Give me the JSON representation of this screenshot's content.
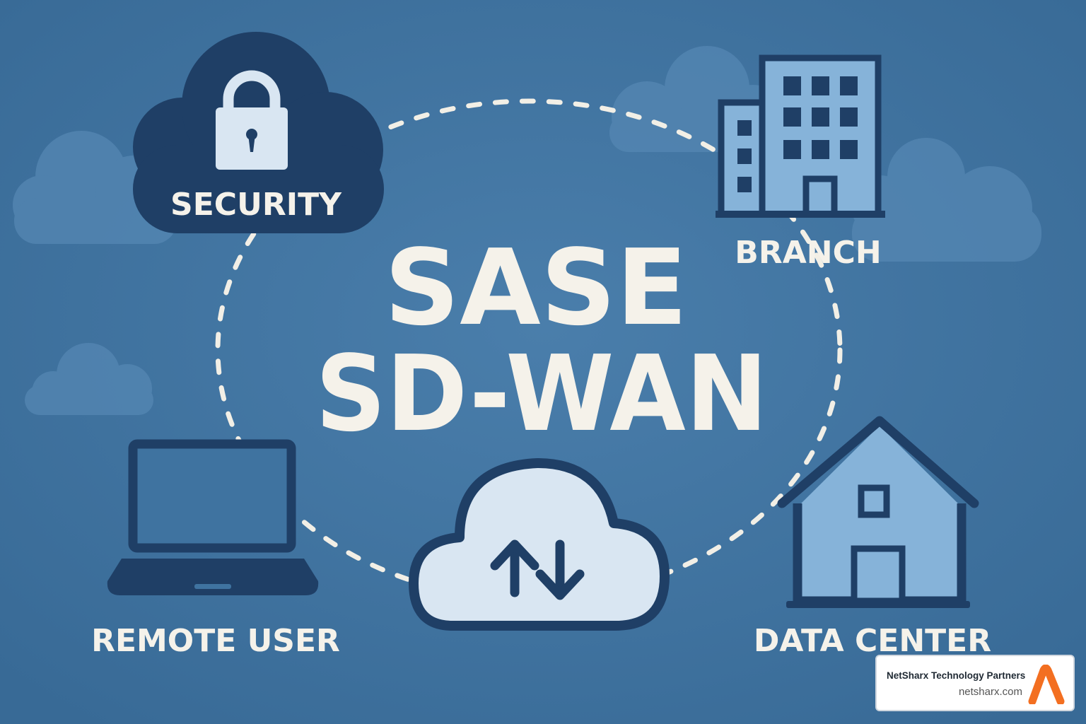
{
  "title": {
    "line1": "SASE",
    "line2": "SD-WAN"
  },
  "nodes": {
    "security": "SECURITY",
    "branch": "BRANCH",
    "remote_user": "REMOTE USER",
    "data_center": "DATA CENTER"
  },
  "icons": {
    "security": "lock-cloud-icon",
    "branch": "office-building-icon",
    "remote_user": "laptop-icon",
    "data_center": "house-icon",
    "hub": "cloud-up-down-arrows-icon"
  },
  "badge": {
    "name": "NetSharx Technology Partners",
    "url": "netsharx.com",
    "logo": "netsharx-logo"
  },
  "colors": {
    "background": "#3f73a0",
    "navy": "#1f3f66",
    "light_blue": "#86b3d9",
    "pale": "#d9e6f2",
    "text": "#f5f2ea",
    "accent": "#f36f21"
  }
}
